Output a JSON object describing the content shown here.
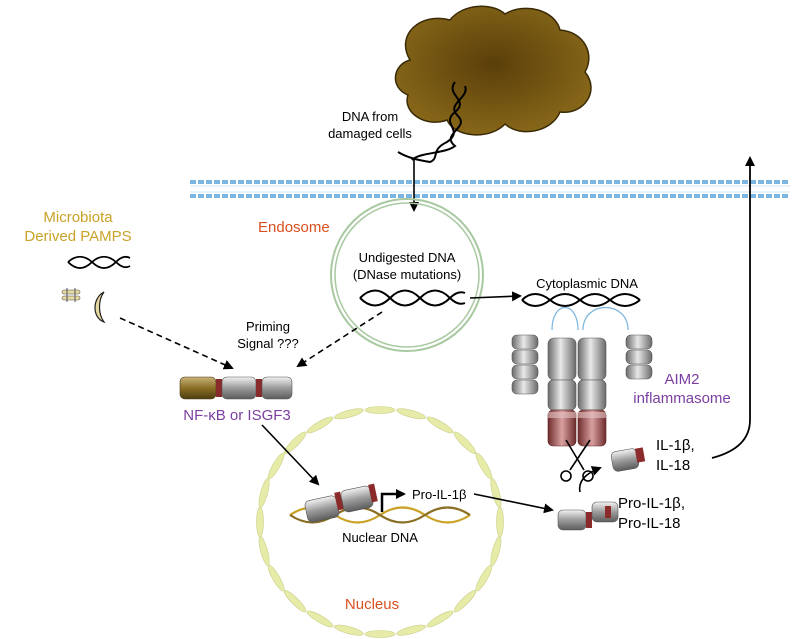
{
  "labels": {
    "dna_from_line1": "DNA from",
    "dna_from_line2": "damaged cells",
    "microbiota_line1": "Microbiota",
    "microbiota_line2": "Derived PAMPS",
    "endosome": "Endosome",
    "undigested_line1": "Undigested DNA",
    "undigested_line2": "(DNase mutations)",
    "cytoplasmic_dna": "Cytoplasmic DNA",
    "priming_line1": "Priming",
    "priming_line2": "Signal ???",
    "aim2_line1": "AIM2",
    "aim2_line2": "inflammasome",
    "nfkb": "NF-κB or ISGF3",
    "pro_il1b": "Pro-IL-1β",
    "il1b": "IL-1β,",
    "il18": "IL-18",
    "pro_il1b_2": "Pro-IL-1β,",
    "pro_il18": "Pro-IL-18",
    "nuclear_dna": "Nuclear DNA",
    "nucleus": "Nucleus"
  },
  "colors": {
    "microbiota": "#c9a227",
    "organelle_label": "#d9501f",
    "complex_label": "#7b3fa0",
    "membrane": "#7ab6e0",
    "cell_blob": "#6b4d10",
    "nucleus_segment": "#e6eba8",
    "endosome_ring": "#a8c9a0"
  }
}
